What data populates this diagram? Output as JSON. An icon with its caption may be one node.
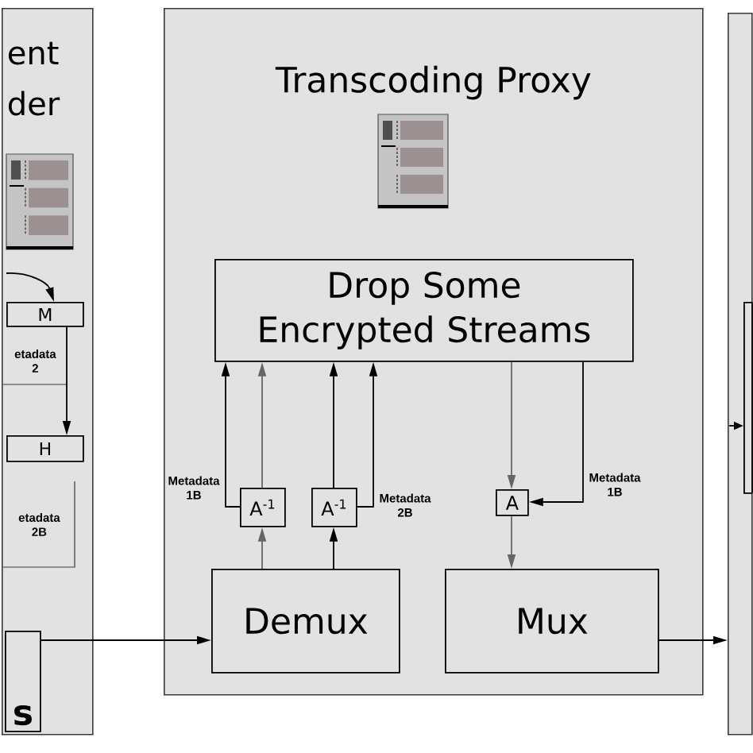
{
  "diagram": {
    "nodes": [
      {
        "text": [
          "ent der"
        ]
      },
      {
        "text": [],
        "shape": "picture",
        "in": 0
      },
      {
        "text": [
          "M"
        ],
        "in": 0
      },
      {
        "text": [
          "etadata 2"
        ],
        "in": 0
      },
      {
        "text": [
          "H"
        ],
        "in": 0
      },
      {
        "text": [
          "etadata 2B"
        ],
        "in": 0
      },
      {
        "text": [
          "s"
        ],
        "in": 0
      },
      {
        "text": [
          "Transcoding Proxy"
        ]
      },
      {
        "text": [],
        "shape": "picture",
        "in": 7
      },
      {
        "text": [
          "Drop Some Encrypted Streams"
        ],
        "in": 7
      },
      {
        "text": [
          "A$^{-1}$"
        ],
        "in": 7
      },
      {
        "text": [
          "A$^{-1}$"
        ],
        "in": 7
      },
      {
        "text": [
          "A"
        ],
        "in": 7
      },
      {
        "text": [
          "Demux"
        ],
        "in": 7
      },
      {
        "text": [
          "Mux"
        ],
        "in": 7
      },
      {
        "text": [],
        "shape": "box"
      },
      {
        "text": [],
        "shape": "box",
        "in": 15
      }
    ],
    "edges": [
      {
        "from": null,
        "to": 2,
        "arrow": "to"
      },
      {
        "from": 2,
        "to": 4,
        "arrow": "to"
      },
      {
        "from": 6,
        "to": 13,
        "arrow": "to"
      },
      {
        "from": 13,
        "to": 10,
        "arrow": "to",
        "color": "#666666"
      },
      {
        "from": 13,
        "to": 11,
        "arrow": "to"
      },
      {
        "from": 10,
        "to": 9,
        "arrow": "to",
        "color": "#666666"
      },
      {
        "from": 10,
        "to": 9,
        "arrow": "to",
        "label": "Metadata 1B"
      },
      {
        "from": 11,
        "to": 9,
        "arrow": "to"
      },
      {
        "from": 11,
        "to": 9,
        "arrow": "to",
        "label": "Metadata 2B"
      },
      {
        "from": 9,
        "to": 12,
        "arrow": "to",
        "color": "#666666"
      },
      {
        "from": 9,
        "to": 12,
        "arrow": "to",
        "label": "Metadata 1B"
      },
      {
        "from": 12,
        "to": 14,
        "arrow": "to",
        "color": "#666666"
      },
      {
        "from": 14,
        "to": 15,
        "arrow": "to"
      },
      {
        "from": null,
        "to": 16,
        "arrow": "to"
      }
    ]
  }
}
